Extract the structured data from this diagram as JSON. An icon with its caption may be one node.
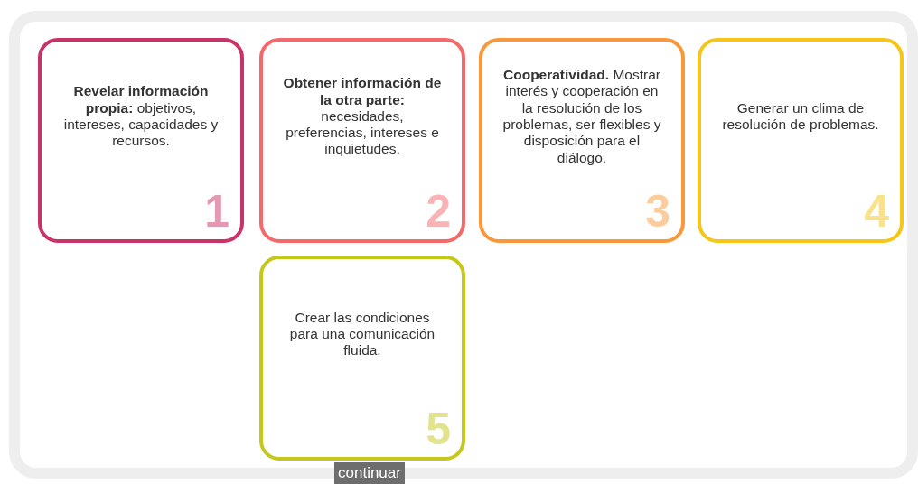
{
  "diagram": {
    "nodes": [
      {
        "text": [
          "**Revelar información propia:** objetivos, intereses, capacidades y recursos.",
          "1"
        ]
      },
      {
        "text": [
          "**Obtener información de la otra parte:** necesidades, preferencias, intereses e inquietudes.",
          "2"
        ]
      },
      {
        "text": [
          "**Cooperatividad.** Mostrar interés y cooperación en la resolución de los problemas, ser flexibles y disposición para el diálogo.",
          "3"
        ]
      },
      {
        "text": [
          "Generar un clima de resolución de problemas.",
          "4"
        ]
      },
      {
        "text": [
          "Crear las condiciones para una comunicación fluida.",
          "5"
        ]
      }
    ],
    "labels": [
      "continuar"
    ]
  }
}
